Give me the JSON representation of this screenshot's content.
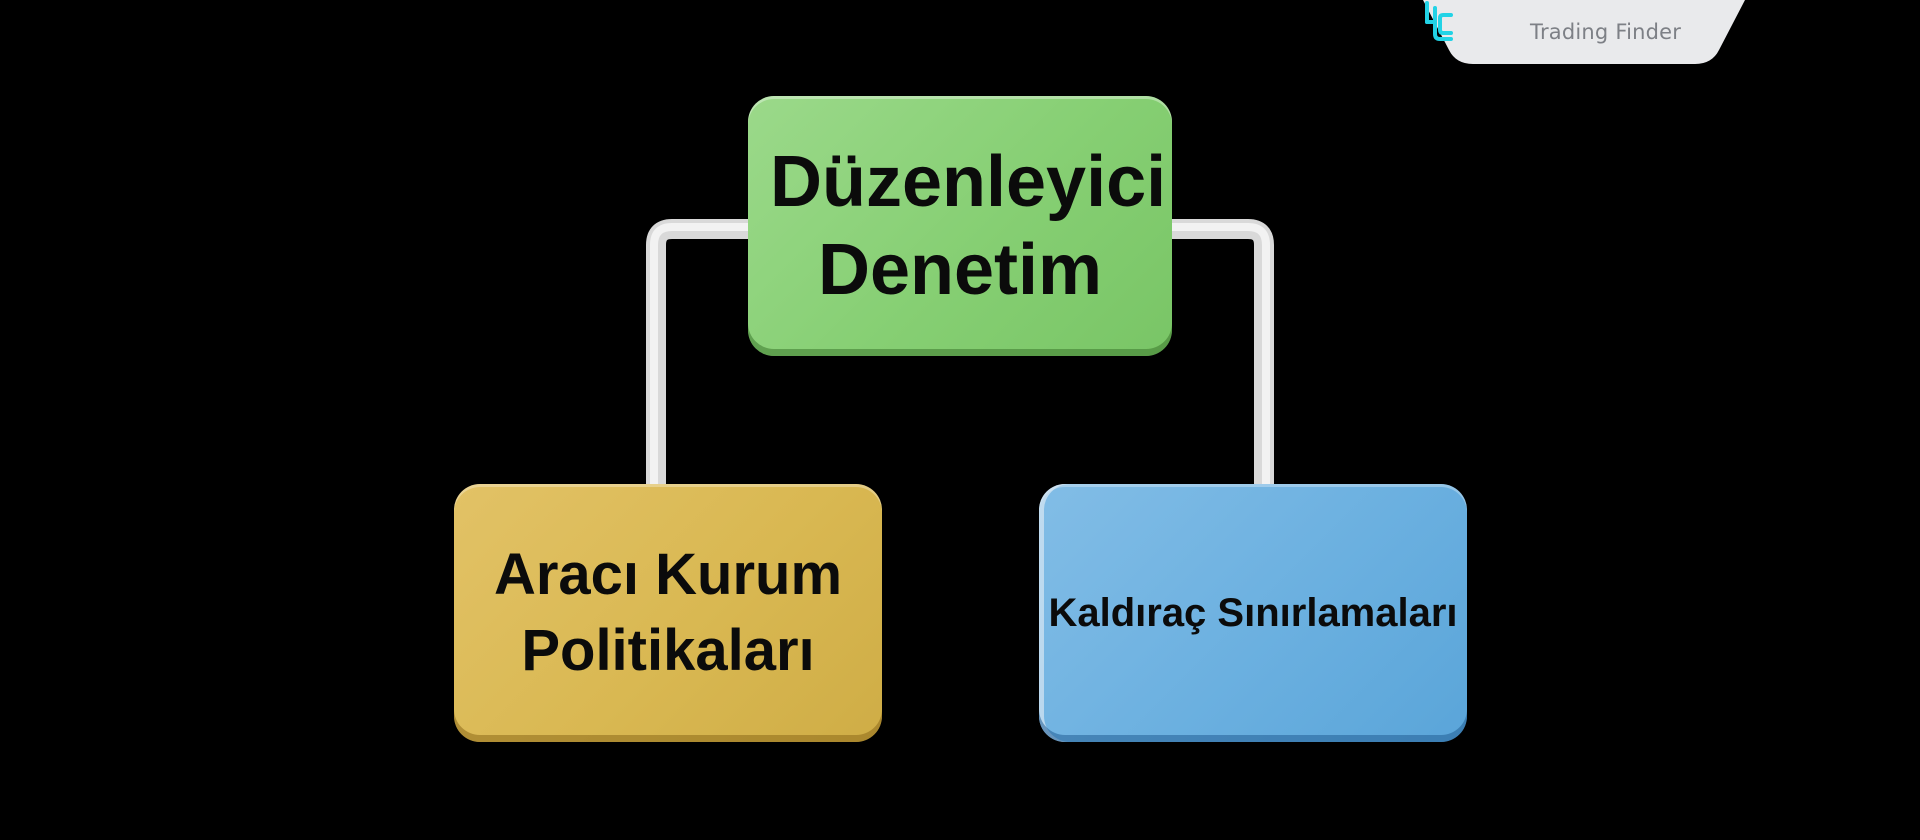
{
  "brand": {
    "name": "Trading Finder",
    "logo_icon": "tradingfinder-logo-icon",
    "tab_color": "#e9eaec",
    "logo_color": "#22d3e6"
  },
  "diagram": {
    "background": "#000000",
    "connector_color": "#e6e6e6",
    "root": {
      "label": "Düzenleyici Denetim",
      "color": "#8ad378"
    },
    "children": [
      {
        "label": "Aracı Kurum Politikaları",
        "color": "#d9b852"
      },
      {
        "label": "Kaldıraç Sınırlamaları",
        "color": "#6bb0e0"
      }
    ]
  }
}
